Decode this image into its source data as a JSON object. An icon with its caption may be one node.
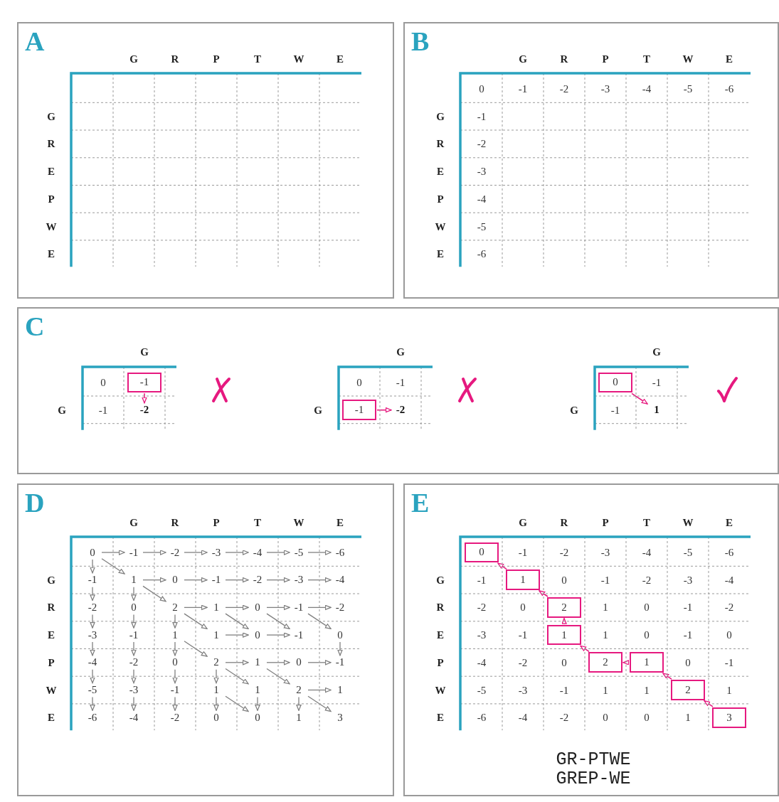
{
  "diagram": {
    "nodes": [
      {
        "text": [
          "A"
        ]
      },
      {
        "text": [
          "B"
        ]
      },
      {
        "text": [
          "C"
        ]
      },
      {
        "text": [
          "D"
        ]
      },
      {
        "text": [
          "E"
        ]
      },
      {
        "text": [
          "-1"
        ],
        "in": 2
      },
      {
        "text": [
          "-2"
        ],
        "in": 2
      },
      {
        "text": [
          "-1"
        ],
        "in": 2
      },
      {
        "text": [
          "-2"
        ],
        "in": 2
      },
      {
        "text": [
          "0"
        ],
        "in": 2
      },
      {
        "text": [
          "1"
        ],
        "in": 2
      },
      {
        "text": [
          "0"
        ],
        "in": 3
      },
      {
        "text": [
          "-1"
        ],
        "in": 3
      },
      {
        "text": [
          "-2"
        ],
        "in": 3
      },
      {
        "text": [
          "-3"
        ],
        "in": 3
      },
      {
        "text": [
          "-4"
        ],
        "in": 3
      },
      {
        "text": [
          "-5"
        ],
        "in": 3
      },
      {
        "text": [
          "-6"
        ],
        "in": 3
      },
      {
        "text": [
          "-1"
        ],
        "in": 3
      },
      {
        "text": [
          "1"
        ],
        "in": 3
      },
      {
        "text": [
          "0"
        ],
        "in": 3
      },
      {
        "text": [
          "-1"
        ],
        "in": 3
      },
      {
        "text": [
          "-2"
        ],
        "in": 3
      },
      {
        "text": [
          "-3"
        ],
        "in": 3
      },
      {
        "text": [
          "-4"
        ],
        "in": 3
      },
      {
        "text": [
          "-2"
        ],
        "in": 3
      },
      {
        "text": [
          "0"
        ],
        "in": 3
      },
      {
        "text": [
          "2"
        ],
        "in": 3
      },
      {
        "text": [
          "1"
        ],
        "in": 3
      },
      {
        "text": [
          "0"
        ],
        "in": 3
      },
      {
        "text": [
          "-1"
        ],
        "in": 3
      },
      {
        "text": [
          "-2"
        ],
        "in": 3
      },
      {
        "text": [
          "-3"
        ],
        "in": 3
      },
      {
        "text": [
          "-1"
        ],
        "in": 3
      },
      {
        "text": [
          "1"
        ],
        "in": 3
      },
      {
        "text": [
          "1"
        ],
        "in": 3
      },
      {
        "text": [
          "0"
        ],
        "in": 3
      },
      {
        "text": [
          "-1"
        ],
        "in": 3
      },
      {
        "text": [
          "0"
        ],
        "in": 3
      },
      {
        "text": [
          "-4"
        ],
        "in": 3
      },
      {
        "text": [
          "-2"
        ],
        "in": 3
      },
      {
        "text": [
          "0"
        ],
        "in": 3
      },
      {
        "text": [
          "2"
        ],
        "in": 3
      },
      {
        "text": [
          "1"
        ],
        "in": 3
      },
      {
        "text": [
          "0"
        ],
        "in": 3
      },
      {
        "text": [
          "-1"
        ],
        "in": 3
      },
      {
        "text": [
          "-5"
        ],
        "in": 3
      },
      {
        "text": [
          "-3"
        ],
        "in": 3
      },
      {
        "text": [
          "-1"
        ],
        "in": 3
      },
      {
        "text": [
          "1"
        ],
        "in": 3
      },
      {
        "text": [
          "1"
        ],
        "in": 3
      },
      {
        "text": [
          "2"
        ],
        "in": 3
      },
      {
        "text": [
          "1"
        ],
        "in": 3
      },
      {
        "text": [
          "-6"
        ],
        "in": 3
      },
      {
        "text": [
          "-4"
        ],
        "in": 3
      },
      {
        "text": [
          "-2"
        ],
        "in": 3
      },
      {
        "text": [
          "0"
        ],
        "in": 3
      },
      {
        "text": [
          "0"
        ],
        "in": 3
      },
      {
        "text": [
          "1"
        ],
        "in": 3
      },
      {
        "text": [
          "3"
        ],
        "in": 3
      },
      {
        "text": [
          "0"
        ],
        "in": 4
      },
      {
        "text": [
          "1"
        ],
        "in": 4
      },
      {
        "text": [
          "2"
        ],
        "in": 4
      },
      {
        "text": [
          "1"
        ],
        "in": 4
      },
      {
        "text": [
          "2"
        ],
        "in": 4
      },
      {
        "text": [
          "1"
        ],
        "in": 4
      },
      {
        "text": [
          "2"
        ],
        "in": 4
      },
      {
        "text": [
          "3"
        ],
        "in": 4
      }
    ],
    "edges": [
      {
        "from": 5,
        "to": 6,
        "arrow": "to",
        "color": "#e6197f"
      },
      {
        "from": 7,
        "to": 8,
        "arrow": "to",
        "color": "#e6197f"
      },
      {
        "from": 9,
        "to": 10,
        "arrow": "to",
        "color": "#e6197f"
      },
      {
        "from": 11,
        "to": 12,
        "arrow": "to"
      },
      {
        "from": 12,
        "to": 13,
        "arrow": "to"
      },
      {
        "from": 13,
        "to": 14,
        "arrow": "to"
      },
      {
        "from": 14,
        "to": 15,
        "arrow": "to"
      },
      {
        "from": 15,
        "to": 16,
        "arrow": "to"
      },
      {
        "from": 16,
        "to": 17,
        "arrow": "to"
      },
      {
        "from": 11,
        "to": 18,
        "arrow": "to"
      },
      {
        "from": 11,
        "to": 19,
        "arrow": "to"
      },
      {
        "from": 19,
        "to": 20,
        "arrow": "to"
      },
      {
        "from": 20,
        "to": 21,
        "arrow": "to"
      },
      {
        "from": 21,
        "to": 22,
        "arrow": "to"
      },
      {
        "from": 22,
        "to": 23,
        "arrow": "to"
      },
      {
        "from": 23,
        "to": 24,
        "arrow": "to"
      },
      {
        "from": 18,
        "to": 25,
        "arrow": "to"
      },
      {
        "from": 19,
        "to": 26,
        "arrow": "to"
      },
      {
        "from": 19,
        "to": 27,
        "arrow": "to"
      },
      {
        "from": 27,
        "to": 28,
        "arrow": "to"
      },
      {
        "from": 28,
        "to": 29,
        "arrow": "to"
      },
      {
        "from": 29,
        "to": 30,
        "arrow": "to"
      },
      {
        "from": 30,
        "to": 31,
        "arrow": "to"
      },
      {
        "from": 25,
        "to": 32,
        "arrow": "to"
      },
      {
        "from": 26,
        "to": 33,
        "arrow": "to"
      },
      {
        "from": 27,
        "to": 34,
        "arrow": "to"
      },
      {
        "from": 27,
        "to": 35,
        "arrow": "to"
      },
      {
        "from": 28,
        "to": 36,
        "arrow": "to"
      },
      {
        "from": 29,
        "to": 37,
        "arrow": "to"
      },
      {
        "from": 30,
        "to": 38,
        "arrow": "to"
      },
      {
        "from": 35,
        "to": 36,
        "arrow": "to"
      },
      {
        "from": 36,
        "to": 37,
        "arrow": "to"
      },
      {
        "from": 32,
        "to": 39,
        "arrow": "to"
      },
      {
        "from": 33,
        "to": 40,
        "arrow": "to"
      },
      {
        "from": 34,
        "to": 41,
        "arrow": "to"
      },
      {
        "from": 34,
        "to": 42,
        "arrow": "to"
      },
      {
        "from": 38,
        "to": 45,
        "arrow": "to"
      },
      {
        "from": 42,
        "to": 43,
        "arrow": "to"
      },
      {
        "from": 43,
        "to": 44,
        "arrow": "to"
      },
      {
        "from": 44,
        "to": 45,
        "arrow": "to"
      },
      {
        "from": 39,
        "to": 46,
        "arrow": "to"
      },
      {
        "from": 40,
        "to": 47,
        "arrow": "to"
      },
      {
        "from": 41,
        "to": 48,
        "arrow": "to"
      },
      {
        "from": 42,
        "to": 49,
        "arrow": "to"
      },
      {
        "from": 42,
        "to": 50,
        "arrow": "to"
      },
      {
        "from": 43,
        "to": 51,
        "arrow": "to"
      },
      {
        "from": 51,
        "to": 52,
        "arrow": "to"
      },
      {
        "from": 46,
        "to": 53,
        "arrow": "to"
      },
      {
        "from": 47,
        "to": 54,
        "arrow": "to"
      },
      {
        "from": 48,
        "to": 55,
        "arrow": "to"
      },
      {
        "from": 49,
        "to": 56,
        "arrow": "to"
      },
      {
        "from": 49,
        "to": 57,
        "arrow": "to"
      },
      {
        "from": 50,
        "to": 57,
        "arrow": "to"
      },
      {
        "from": 51,
        "to": 58,
        "arrow": "to"
      },
      {
        "from": 51,
        "to": 59,
        "arrow": "to"
      },
      {
        "from": 61,
        "to": 60,
        "arrow": "to",
        "color": "#e6197f"
      },
      {
        "from": 62,
        "to": 61,
        "arrow": "to",
        "color": "#e6197f"
      },
      {
        "from": 63,
        "to": 62,
        "arrow": "to",
        "color": "#e6197f"
      },
      {
        "from": 64,
        "to": 63,
        "arrow": "to",
        "color": "#e6197f"
      },
      {
        "from": 65,
        "to": 64,
        "arrow": "to",
        "color": "#e6197f"
      },
      {
        "from": 66,
        "to": 65,
        "arrow": "to",
        "color": "#e6197f"
      },
      {
        "from": 67,
        "to": 66,
        "arrow": "to",
        "color": "#e6197f"
      }
    ],
    "labels": [
      "G",
      "R",
      "P",
      "T",
      "W",
      "E",
      "G",
      "R",
      "E",
      "P",
      "W",
      "E",
      "G",
      "R",
      "P",
      "T",
      "W",
      "E",
      "0",
      "-1",
      "-2",
      "-3",
      "-4",
      "-5",
      "-6",
      "G",
      "-1",
      "R",
      "-2",
      "E",
      "-3",
      "P",
      "-4",
      "W",
      "-5",
      "E",
      "-6",
      "G",
      "0",
      "G",
      "-1",
      "G",
      "0",
      "-1",
      "G",
      "G",
      "-1",
      "G",
      "-1",
      "G",
      "R",
      "P",
      "T",
      "W",
      "E",
      "G",
      "R",
      "E",
      "P",
      "W",
      "E",
      "G",
      "R",
      "P",
      "T",
      "W",
      "E",
      "-1",
      "-2",
      "-3",
      "-4",
      "-5",
      "-6",
      "G",
      "-1",
      "0",
      "-1",
      "-2",
      "-3",
      "-4",
      "R",
      "-2",
      "0",
      "1",
      "0",
      "-1",
      "-2",
      "E",
      "-3",
      "-1",
      "1",
      "0",
      "-1",
      "0",
      "P",
      "-4",
      "-2",
      "0",
      "0",
      "-1",
      "W",
      "-5",
      "-3",
      "-1",
      "1",
      "1",
      "1",
      "E",
      "-6",
      "-4",
      "-2",
      "0",
      "0",
      "1",
      "GR-PTWE",
      "GREP-WE"
    ]
  }
}
